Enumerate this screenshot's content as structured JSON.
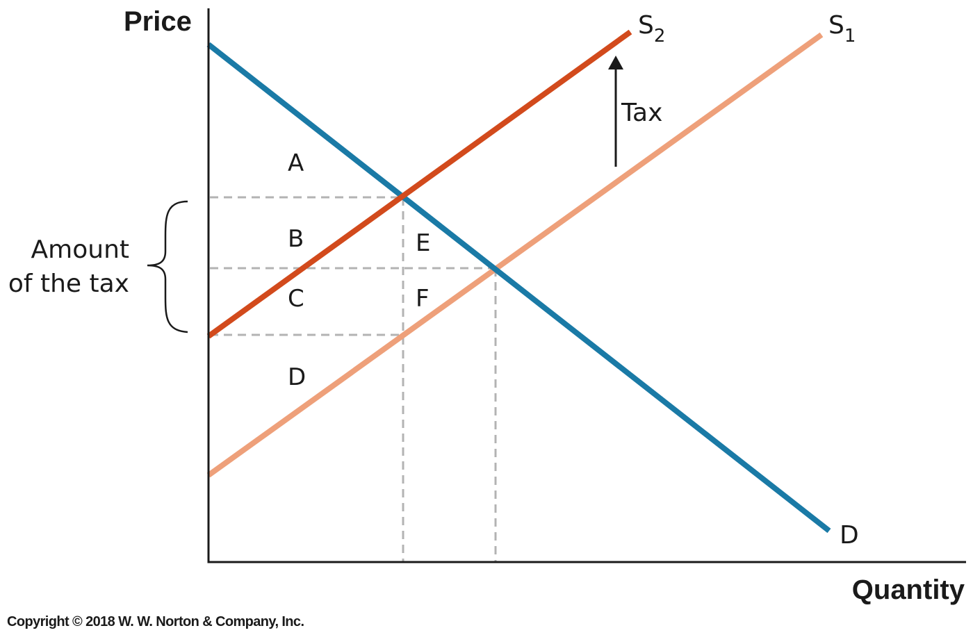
{
  "axes": {
    "y_label": "Price",
    "x_label": "Quantity"
  },
  "curves": {
    "demand": {
      "label": "D",
      "color": "#1a7aa6"
    },
    "supply_1": {
      "label_main": "S",
      "label_sub": "1",
      "color": "#eea07a"
    },
    "supply_2": {
      "label_main": "S",
      "label_sub": "2",
      "color": "#d24a1c"
    }
  },
  "regions": {
    "a": "A",
    "b": "B",
    "c": "C",
    "d": "D",
    "e": "E",
    "f": "F"
  },
  "annotations": {
    "tax_arrow": "Tax",
    "brace_line1": "Amount",
    "brace_line2": "of the tax"
  },
  "footer": {
    "copyright": "Copyright © 2018 W. W. Norton & Company, Inc."
  },
  "colors": {
    "axis": "#1a1a1a",
    "guides": "#b3b3b3"
  }
}
